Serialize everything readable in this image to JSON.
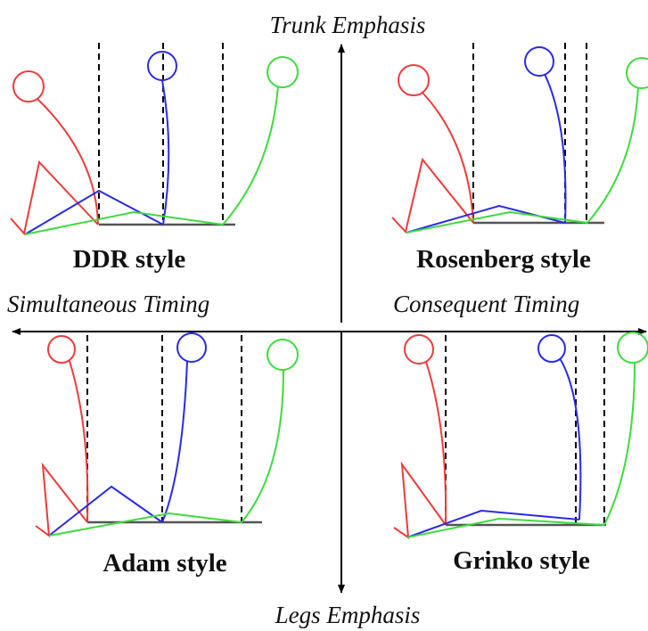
{
  "axes": {
    "top": "Trunk Emphasis",
    "bottom": "Legs Emphasis",
    "left": "Simultaneous Timing",
    "right": "Consequent Timing"
  },
  "quadrants": [
    {
      "id": "top-left",
      "label": "DDR style"
    },
    {
      "id": "top-right",
      "label": "Rosenberg style"
    },
    {
      "id": "bottom-left",
      "label": "Adam style"
    },
    {
      "id": "bottom-right",
      "label": "Grinko style"
    }
  ],
  "colors": {
    "pose_1": "#ef3a3a",
    "pose_2": "#2a2ae6",
    "pose_3": "#3ddc3d",
    "axis": "#000000",
    "ground": "#555555"
  }
}
